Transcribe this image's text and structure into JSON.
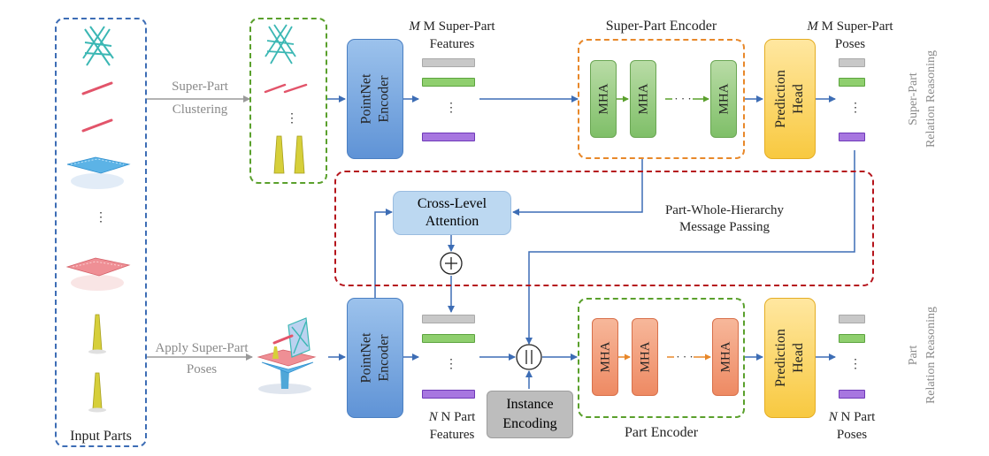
{
  "labels": {
    "input_parts": "Input Parts",
    "super_part_clustering_1": "Super-Part",
    "super_part_clustering_2": "Clustering",
    "apply_poses_1": "Apply Super-Part",
    "apply_poses_2": "Poses",
    "pointnet_encoder": "PointNet\nEncoder",
    "m_super_features_1": "M Super-Part",
    "m_super_features_2": "Features",
    "super_part_encoder": "Super-Part Encoder",
    "m_super_poses_1": "M Super-Part",
    "m_super_poses_2": "Poses",
    "mha": "MHA",
    "ellipsis_h": "· · ·",
    "ellipsis_v": "⋮",
    "prediction_head": "Prediction\nHead",
    "cross_level_1": "Cross-Level",
    "cross_level_2": "Attention",
    "pwh_1": "Part-Whole-Hierarchy",
    "pwh_2": "Message Passing",
    "plus": "+",
    "concat": "||",
    "instance_1": "Instance",
    "instance_2": "Encoding",
    "n_part_features_1": "N Part",
    "n_part_features_2": "Features",
    "part_encoder": "Part Encoder",
    "n_part_poses_1": "N Part",
    "n_part_poses_2": "Poses",
    "side_super_1": "Super-Part",
    "side_super_2": "Relation Reasoning",
    "side_part_1": "Part",
    "side_part_2": "Relation Reasoning"
  },
  "colors": {
    "arrow_blue": "#3d6db5",
    "arrow_gray": "#9a9a9a",
    "arrow_green": "#5aa02c",
    "arrow_orange": "#e8882a",
    "dash_red": "#b5141c"
  },
  "icons": [
    "x-truss-part-icon",
    "rod-part-icon",
    "plate-part-icon",
    "cone-part-icon",
    "assembled-chair-icon"
  ]
}
